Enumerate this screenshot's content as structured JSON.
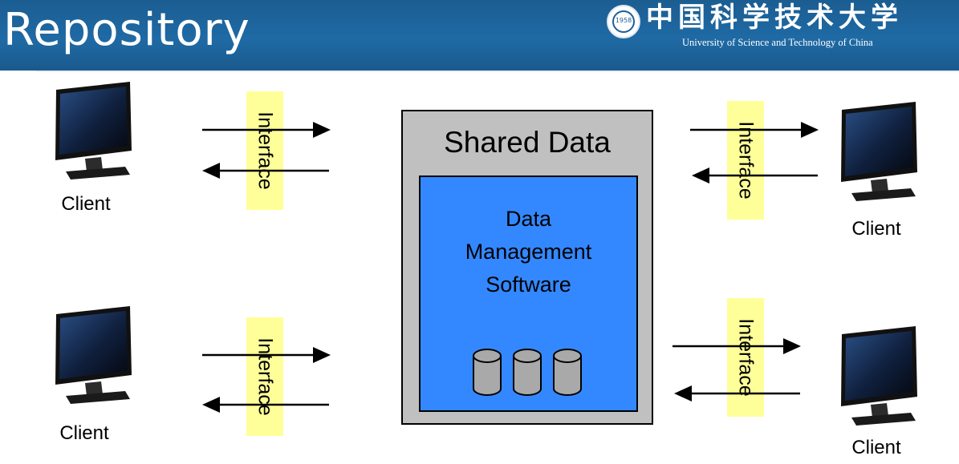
{
  "header": {
    "title": "Repository",
    "logo_seal_year": "1958",
    "logo_chinese": "中国科学技术大学",
    "logo_english": "University of Science and Technology of China"
  },
  "diagram": {
    "clients": [
      {
        "label": "Client"
      },
      {
        "label": "Client"
      },
      {
        "label": "Client"
      },
      {
        "label": "Client"
      }
    ],
    "interfaces": [
      {
        "label": "Interface"
      },
      {
        "label": "Interface"
      },
      {
        "label": "Interface"
      },
      {
        "label": "Interface"
      }
    ],
    "shared_data": {
      "title": "Shared Data",
      "software": {
        "line1": "Data",
        "line2": "Management",
        "line3": "Software"
      },
      "databases": [
        "database-icon",
        "database-icon",
        "database-icon"
      ]
    }
  },
  "colors": {
    "header": "#1f6aa5",
    "interface_fill": "#ffff99",
    "shared_box": "#c0c0c0",
    "software_box": "#3388ff"
  }
}
